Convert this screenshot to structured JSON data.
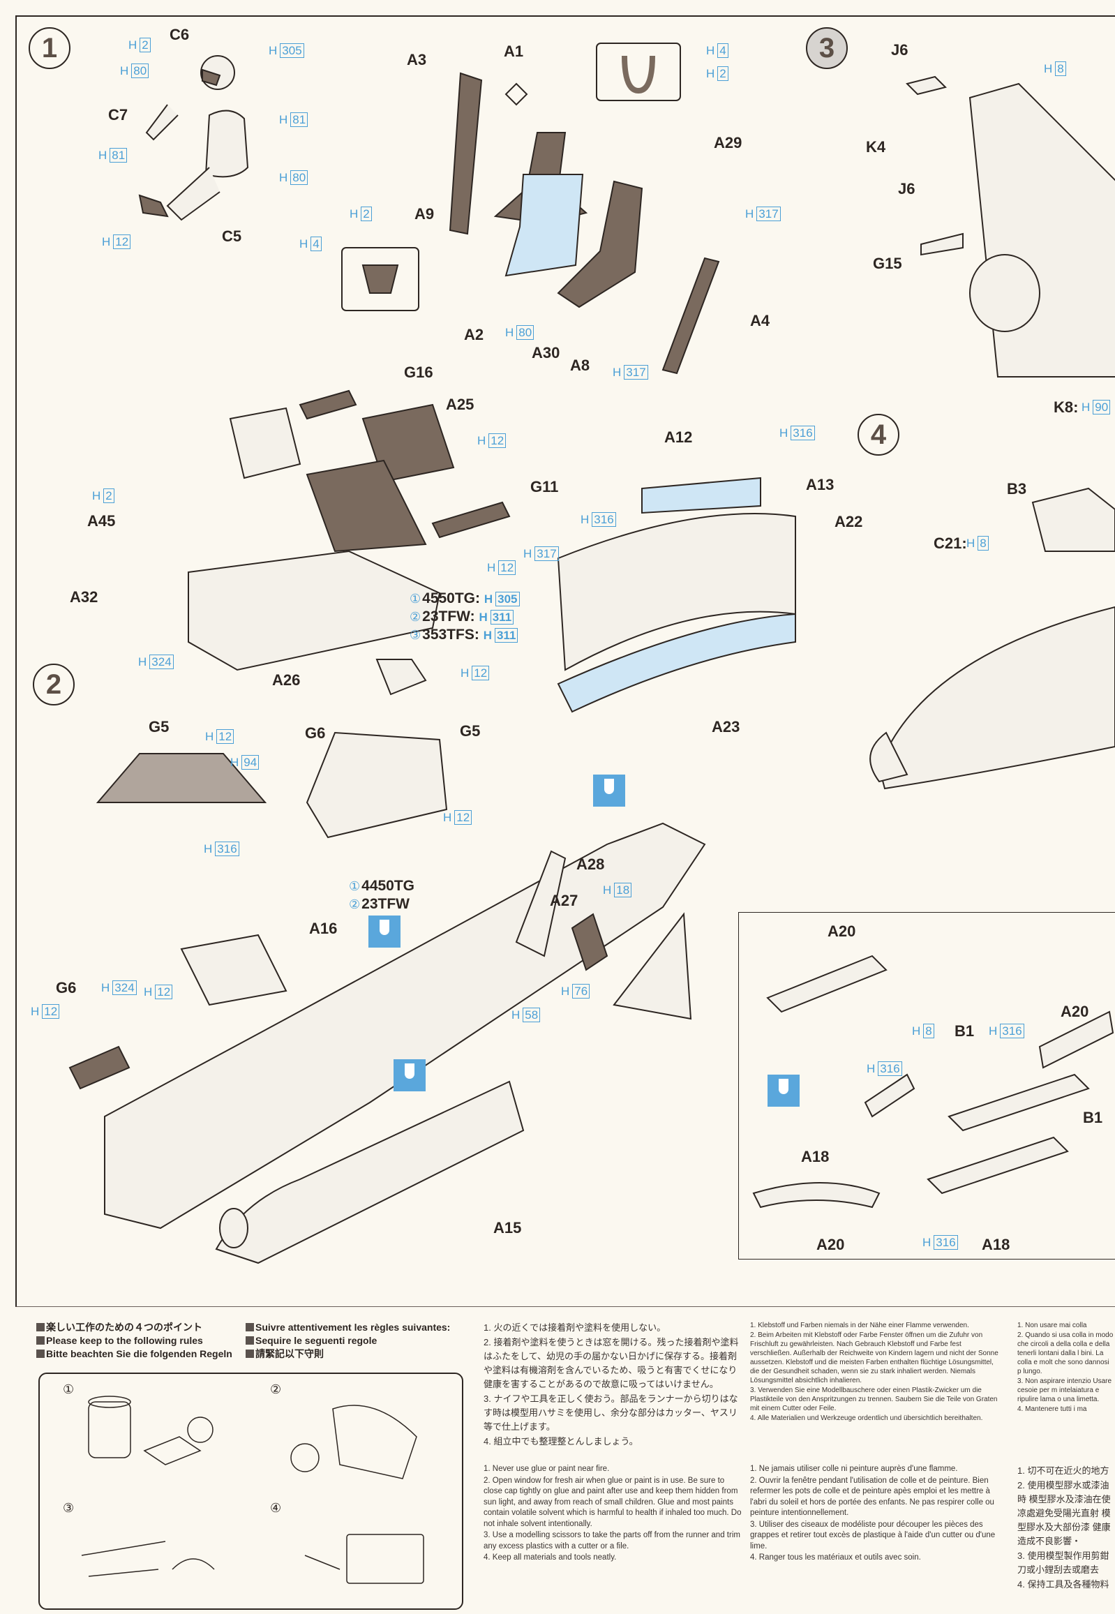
{
  "paint_prefix": "H",
  "colors": {
    "paint_blue": "#4a9fd6",
    "part_brown": "#7a6a5e",
    "clear_blue": "#cfe6f5"
  },
  "step1": {
    "number": "1",
    "parts": [
      "C6",
      "C7",
      "C5",
      "A3",
      "A1",
      "A29",
      "A9",
      "A2",
      "A30",
      "A8",
      "A4",
      "G16",
      "A25",
      "G11",
      "A45",
      "A32",
      "A26"
    ],
    "paints": [
      "2",
      "305",
      "80",
      "81",
      "81",
      "80",
      "12",
      "4",
      "2",
      "2",
      "4",
      "317",
      "80",
      "317",
      "12",
      "317",
      "12",
      "2",
      "324"
    ],
    "variants": [
      {
        "num": "①",
        "name": "4550TG:",
        "paint": "305"
      },
      {
        "num": "②",
        "name": "23TFW:",
        "paint": "311"
      },
      {
        "num": "③",
        "name": "353TFS:",
        "paint": "311"
      }
    ]
  },
  "step2": {
    "number": "2",
    "parts": [
      "G5",
      "G6",
      "G5",
      "A16",
      "A28",
      "A27",
      "G6",
      "A15"
    ],
    "paints": [
      "12",
      "94",
      "316",
      "12",
      "12",
      "18",
      "76",
      "58",
      "324",
      "12",
      "12"
    ],
    "variants": [
      {
        "num": "①",
        "name": "4450TG"
      },
      {
        "num": "②",
        "name": "23TFW"
      }
    ]
  },
  "step3": {
    "number": "3",
    "parts": [
      "J6",
      "K4",
      "J6",
      "G15"
    ],
    "paints": [
      "8"
    ]
  },
  "step4": {
    "number": "4",
    "parts": [
      "K8:",
      "B3",
      "C21:",
      "A12",
      "A13",
      "A22",
      "A23"
    ],
    "paints": [
      "90",
      "8",
      "316",
      "316"
    ]
  },
  "step5": {
    "parts": [
      "A20",
      "A20",
      "B1",
      "B1",
      "A18",
      "A20",
      "A18"
    ],
    "paints": [
      "8",
      "316",
      "316",
      "316"
    ]
  },
  "safety": {
    "headings": [
      "楽しい工作のための４つのポイント",
      "Please keep to the following rules",
      "Bitte beachten Sie die folgenden Regeln",
      "Suivre attentivement les règles suivantes:",
      "Sequire le seguenti regole",
      "請緊記以下守則"
    ],
    "illustration_numbers": [
      "①",
      "②",
      "③",
      "④"
    ],
    "japanese": [
      "1. 火の近くでは接着剤や塗料を使用しない。",
      "2. 接着剤や塗料を使うときは窓を開ける。残った接着剤や塗料はふたをして、幼児の手の届かない日かげに保存する。接着剤や塗料は有機溶剤を含んでいるため、吸うと有害でくせになり健康を害することがあるので故意に吸ってはいけません。",
      "3. ナイフや工具を正しく使おう。部品をランナーから切りはなす時は模型用ハサミを使用し、余分な部分はカッター、ヤスリ等で仕上げます。",
      "4. 組立中でも整理整とんしましょう。"
    ],
    "english": [
      "1. Never use glue or paint near fire.",
      "2. Open window for fresh air when glue or paint is in use. Be sure to close cap tightly on glue and paint after use and keep them hidden from sun light, and away from reach of small children. Glue and most paints contain volatile solvent which is harmful to health if inhaled too much. Do not inhale solvent intentionally.",
      "3. Use a modelling scissors to take the parts off from the runner and trim any excess plastics with a cutter or a file.",
      "4. Keep all materials and tools neatly."
    ],
    "german": [
      "1. Klebstoff und Farben niemals in der Nähe einer Flamme verwenden.",
      "2. Beim Arbeiten mit Klebstoff oder Farbe Fenster öffnen um die Zufuhr von Frischluft zu gewährleisten. Nach Gebrauch Klebstoff und Farbe fest verschließen. Außerhalb der Reichweite von Kindern lagern und nicht der Sonne aussetzen. Klebstoff und die meisten Farben enthalten flüchtige Lösungsmittel, die der Gesundheit schaden, wenn sie zu stark inhaliert werden. Niemals Lösungsmittel absichtlich inhalieren.",
      "3. Verwenden Sie eine Modellbauschere oder einen Plastik-Zwicker um die Plastikteile von den Anspritzungen zu trennen. Saubern Sie die Teile von Graten mit einem Cutter oder Feile.",
      "4. Alle Materialien und Werkzeuge ordentlich und übersichtlich bereithalten."
    ],
    "french": [
      "1. Ne jamais utiliser colle ni peinture auprès d'une flamme.",
      "2. Ouvrir la fenêtre pendant l'utilisation de colle et de peinture. Bien refermer les pots de colle et de peinture apès emploi et les mettre à l'abri du soleil et hors de portée des enfants. Ne pas respirer colle ou peinture intentionnellement.",
      "3. Utiliser des ciseaux de modéliste pour découper les pièces des grappes et retirer tout excès de plastique à l'aide d'un cutter ou d'une lime.",
      "4. Ranger tous les matériaux et outils avec soin."
    ],
    "italian": [
      "1. Non usare mai colla",
      "2. Quando si usa colla in modo che circoli a della colla e della tenerli lontani dalla l bini. La colla e molt che sono dannosi p lungo.",
      "3. Non aspirare intenzio Usare cesoie per m intelaiatura e ripulire lama o una limetta.",
      "4. Mantenere tutti i ma"
    ],
    "chinese": [
      "1. 切不可在近火的地方",
      "2. 使用模型膠水或漆油時 模型膠水及漆油在使 凉處避免受陽光直射 模型膠水及大部份漆 健康造成不良影響・",
      "3. 使用模型製作用剪鉗 刀或小鋰刮去或磨去",
      "4. 保持工具及各種物料"
    ]
  }
}
